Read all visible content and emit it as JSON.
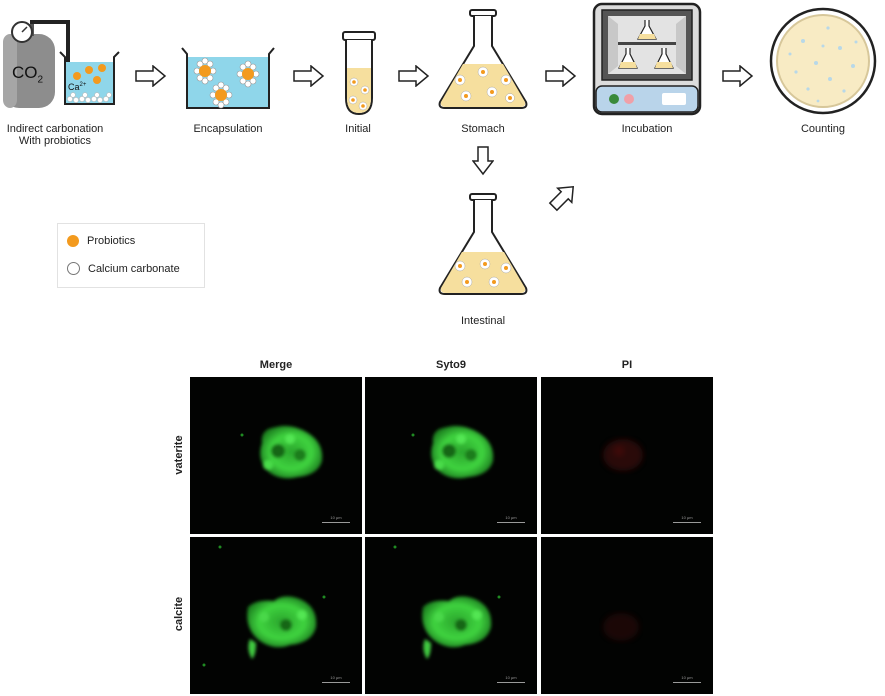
{
  "workflow": {
    "co2_label": "CO",
    "co2_sub": "2",
    "ca_label": "Ca",
    "ca_sup": "2+",
    "steps": [
      {
        "id": "carbonation",
        "label_line1": "Indirect carbonation",
        "label_line2": "With probiotics"
      },
      {
        "id": "encapsulation",
        "label_line1": "Encapsulation"
      },
      {
        "id": "initial",
        "label_line1": "Initial"
      },
      {
        "id": "stomach",
        "label_line1": "Stomach"
      },
      {
        "id": "incubation",
        "label_line1": "Incubation"
      },
      {
        "id": "counting",
        "label_line1": "Counting"
      },
      {
        "id": "intestinal",
        "label_line1": "Intestinal"
      }
    ]
  },
  "legend": {
    "items": [
      {
        "label": "Probiotics",
        "color": "#f39a1e"
      },
      {
        "label": "Calcium carbonate",
        "color": "#ffffff"
      }
    ]
  },
  "microscopy": {
    "columns": [
      "Merge",
      "Syto9",
      "PI"
    ],
    "rows": [
      "vaterite",
      "calcite"
    ],
    "scale_text": "10 μm"
  },
  "colors": {
    "water": "#8fd6ea",
    "liquid": "#f6df9e",
    "probiotic": "#f39a1e",
    "green_stain": "#38d13a",
    "red_stain": "#5a0d0d"
  }
}
